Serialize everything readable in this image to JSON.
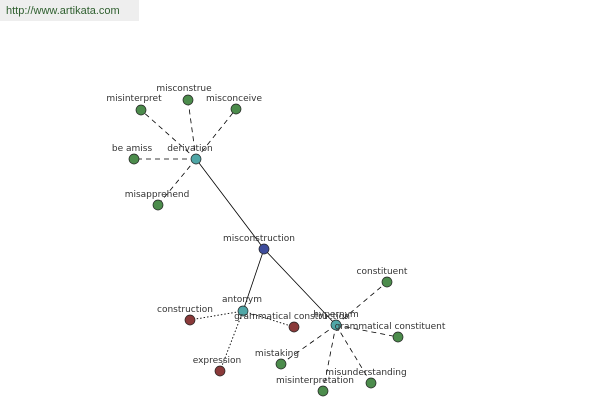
{
  "source_url": "http://www.artikata.com",
  "colors": {
    "center": "#3f4d9c",
    "relation": "#4fa6a6",
    "synonym": "#4c8c4c",
    "antonym_word": "#8a3a3a",
    "edge": "#000000"
  },
  "nodes": {
    "center": "misconstruction",
    "derivation": "derivation",
    "antonym": "antonym",
    "hypernym": "hypernym",
    "misinterpret": "misinterpret",
    "misconstrue": "misconstrue",
    "misconceive": "misconceive",
    "be_amiss": "be amiss",
    "misapprehend": "misapprehend",
    "construction": "construction",
    "grammatical_construction": "grammatical construction",
    "expression": "expression",
    "constituent": "constituent",
    "grammatical_constituent": "grammatical constituent",
    "mistaking": "mistaking",
    "misinterpretation": "misinterpretation",
    "misunderstanding": "misunderstanding"
  }
}
